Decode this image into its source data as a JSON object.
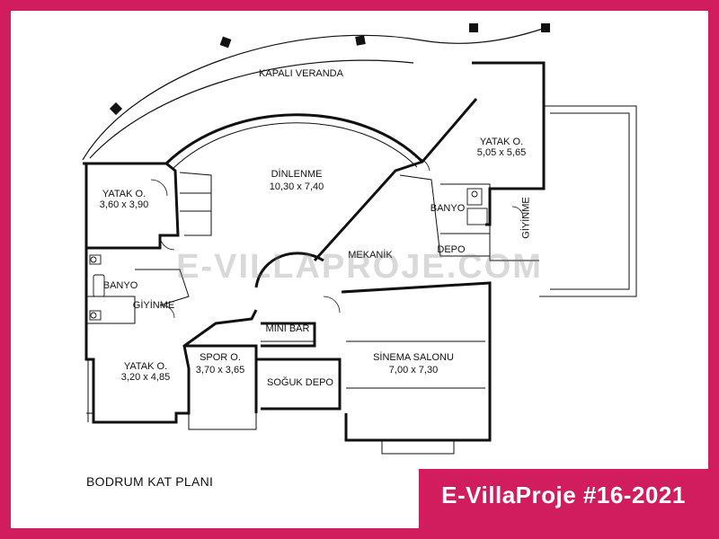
{
  "labels": {
    "veranda": "KAPALI VERANDA",
    "dinlenme": "DİNLENME",
    "dinlenme_dim": "10,30 x 7,40",
    "yatak1": "YATAK O.",
    "yatak1_dim": "3,60 x 3,90",
    "yatak2": "YATAK O.",
    "yatak2_dim": "5,05 x 5,65",
    "yatak3": "YATAK O.",
    "yatak3_dim": "3,20 x 4,85",
    "banyo1": "BANYO",
    "banyo2": "BANYO",
    "giyinme1": "GİYİNME",
    "giyinme2": "GİYİNME",
    "mekanik": "MEKANİK",
    "depo": "DEPO",
    "mini_bar": "MİNİ BAR",
    "spor": "SPOR O.",
    "spor_dim": "3,70 x 3,65",
    "soguk_depo": "SOĞUK DEPO",
    "sinema": "SİNEMA SALONU",
    "sinema_dim": "7,00 x 7,30"
  },
  "watermark": "E-VILLAPROJE.COM",
  "plan_title": "BODRUM KAT PLANI",
  "brand": "E-VillaProje #16-2021",
  "colors": {
    "frame": "#d11d5e",
    "wall": "#111111",
    "paper": "#ffffff"
  }
}
